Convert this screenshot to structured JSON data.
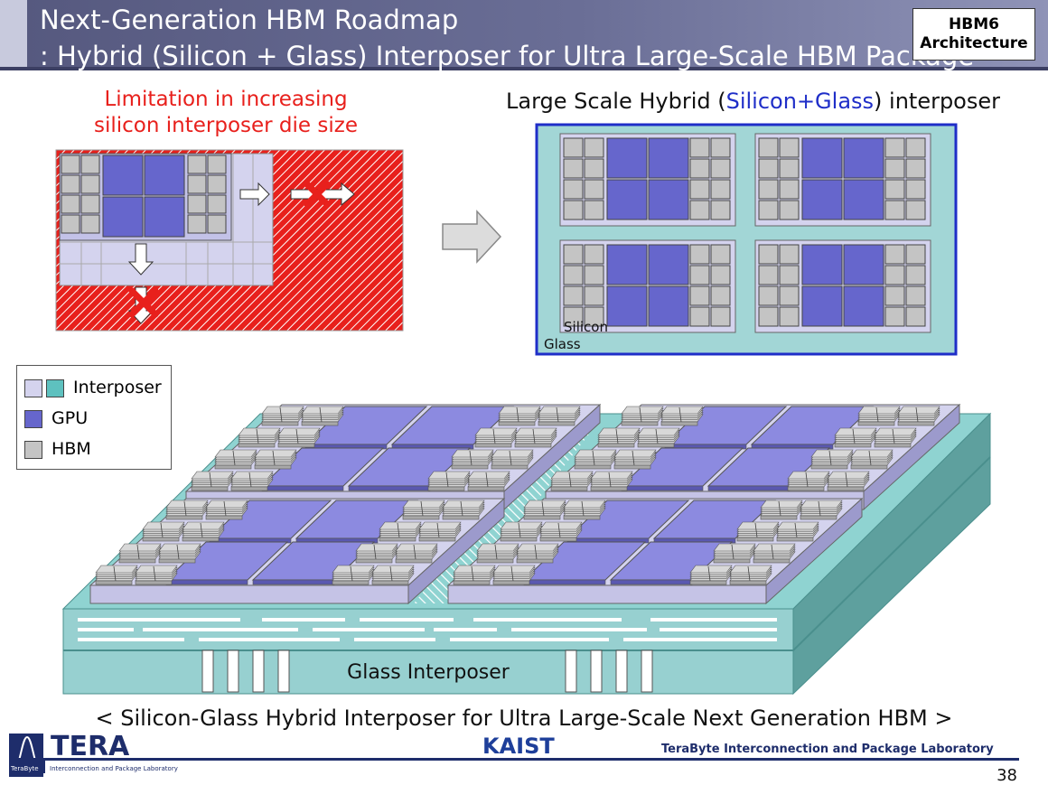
{
  "header": {
    "title_line1": "Next-Generation HBM Roadmap",
    "title_line2": ": Hybrid (Silicon + Glass) Interposer for Ultra Large-Scale HBM Package",
    "badge_line1": "HBM6",
    "badge_line2": "Architecture"
  },
  "left_panel": {
    "caption_line1": "Limitation in increasing",
    "caption_line2": "silicon interposer die size"
  },
  "right_panel": {
    "caption_prefix": "Large Scale Hybrid (",
    "caption_highlight": "Silicon+Glass",
    "caption_suffix": ") interposer",
    "label_silicon": "Silicon",
    "label_glass": "Glass"
  },
  "legend": {
    "items": [
      {
        "label": "Interposer",
        "colors": [
          "#d4d3ee",
          "#5ec1bf"
        ]
      },
      {
        "label": "GPU",
        "colors": [
          "#6666cc"
        ]
      },
      {
        "label": "HBM",
        "colors": [
          "#c4c4c4"
        ]
      }
    ]
  },
  "diagram_3d": {
    "glass_label": "Glass Interposer"
  },
  "bottom_caption": "< Silicon-Glass Hybrid Interposer for Ultra Large-Scale Next Generation HBM >",
  "footer": {
    "logo_text": "TERA",
    "logo_sub_left": "TeraByte",
    "logo_sub_right": "Interconnection and Package Laboratory",
    "kaist": "KAIST",
    "lab_name": "TeraByte Interconnection and Package Laboratory",
    "page_number": "38"
  },
  "colors": {
    "interposer_si": "#d4d3ee",
    "interposer_glass": "#5ec1bf",
    "gpu": "#6666cc",
    "hbm": "#c4c4c4",
    "restriction": "#e8201c",
    "accent_blue": "#1f2ec8"
  }
}
